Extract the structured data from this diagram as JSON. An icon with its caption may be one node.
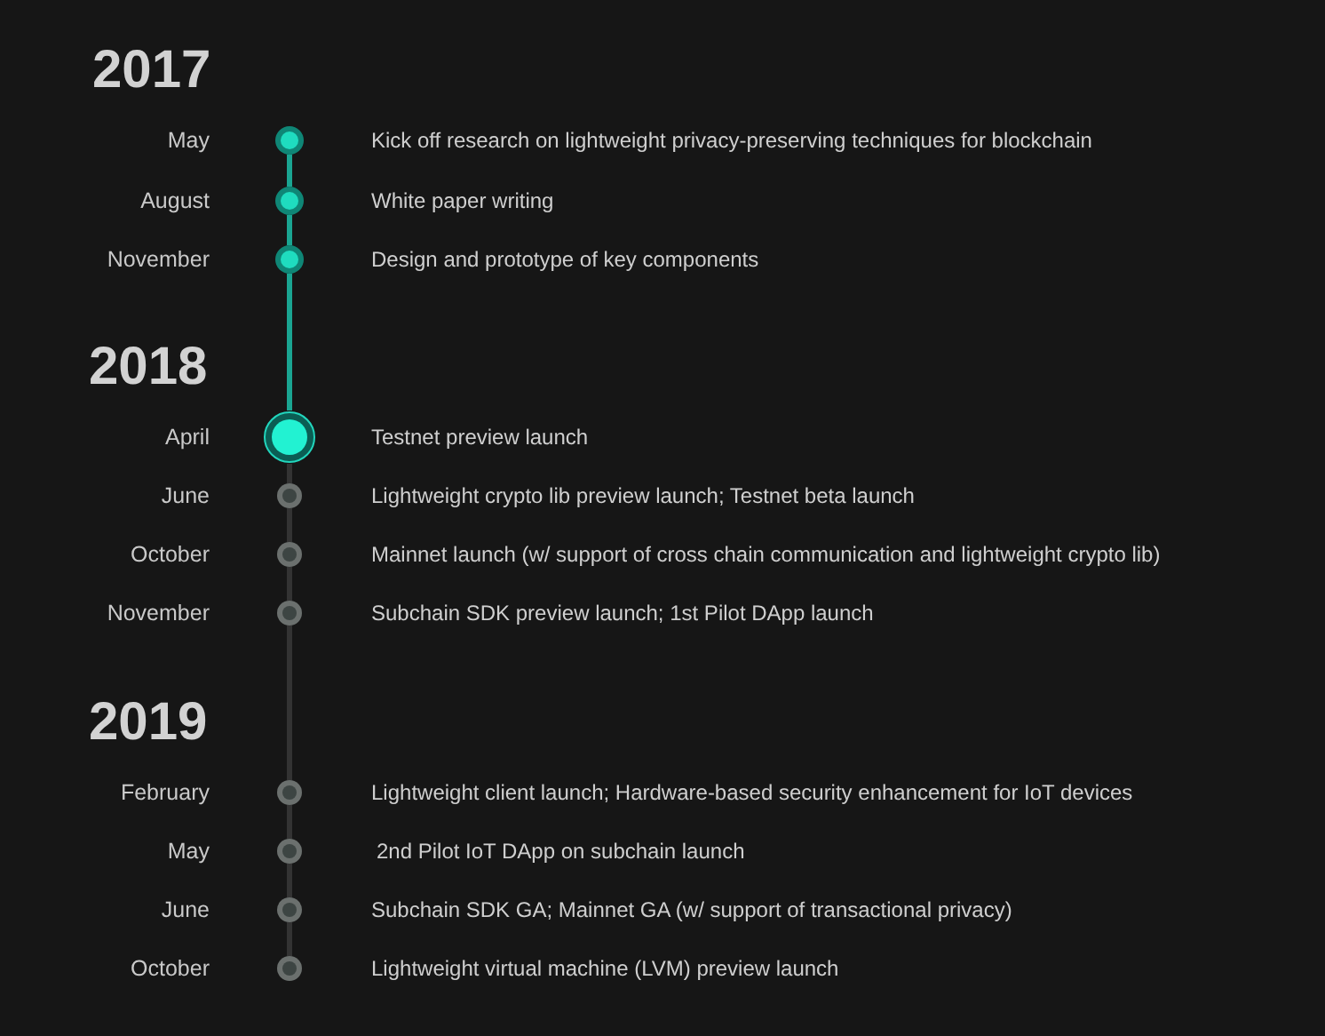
{
  "diagram": {
    "nodes": [
      {
        "text": [],
        "shape": "circle",
        "beside": [
          "May",
          "Kick off research on lightweight privacy-preserving techniques for blockchain"
        ]
      },
      {
        "text": [],
        "shape": "circle",
        "beside": [
          "August",
          "White paper writing"
        ]
      },
      {
        "text": [],
        "shape": "circle",
        "beside": [
          "November",
          "Design and prototype of key components"
        ]
      },
      {
        "text": [],
        "shape": "circle",
        "beside": [
          "April",
          "Testnet preview launch"
        ]
      },
      {
        "text": [],
        "shape": "circle",
        "beside": [
          "June",
          "Lightweight crypto lib preview launch; Testnet beta launch"
        ]
      },
      {
        "text": [],
        "shape": "circle",
        "beside": [
          "October",
          "Mainnet launch (w/ support of cross chain communication and lightweight crypto lib)"
        ]
      },
      {
        "text": [],
        "shape": "circle",
        "beside": [
          "November",
          "Subchain SDK preview launch; 1st Pilot DApp launch"
        ]
      },
      {
        "text": [],
        "shape": "circle",
        "beside": [
          "February",
          "Lightweight client launch; Hardware-based security enhancement for IoT devices"
        ]
      },
      {
        "text": [],
        "shape": "circle",
        "beside": [
          "May",
          "2nd Pilot IoT DApp on subchain launch"
        ]
      },
      {
        "text": [],
        "shape": "circle",
        "beside": [
          "June",
          "Subchain SDK GA; Mainnet GA (w/ support of transactional privacy)"
        ]
      },
      {
        "text": [],
        "shape": "circle",
        "beside": [
          "October",
          "Lightweight virtual machine (LVM) preview launch"
        ]
      }
    ],
    "edges": [
      {
        "from": 0,
        "to": 1,
        "arrow": "none",
        "color": "#1aa592"
      },
      {
        "from": 1,
        "to": 2,
        "arrow": "none",
        "color": "#1aa592"
      },
      {
        "from": 2,
        "to": 3,
        "arrow": "none",
        "color": "#1aa592"
      },
      {
        "from": 3,
        "to": 4,
        "arrow": "none"
      },
      {
        "from": 4,
        "to": 5,
        "arrow": "none"
      },
      {
        "from": 5,
        "to": 6,
        "arrow": "none"
      },
      {
        "from": 6,
        "to": 7,
        "arrow": "none"
      },
      {
        "from": 7,
        "to": 8,
        "arrow": "none"
      },
      {
        "from": 8,
        "to": 9,
        "arrow": "none"
      },
      {
        "from": 9,
        "to": 10,
        "arrow": "none"
      }
    ],
    "labels": [
      "2017",
      "2018",
      "2019"
    ]
  }
}
